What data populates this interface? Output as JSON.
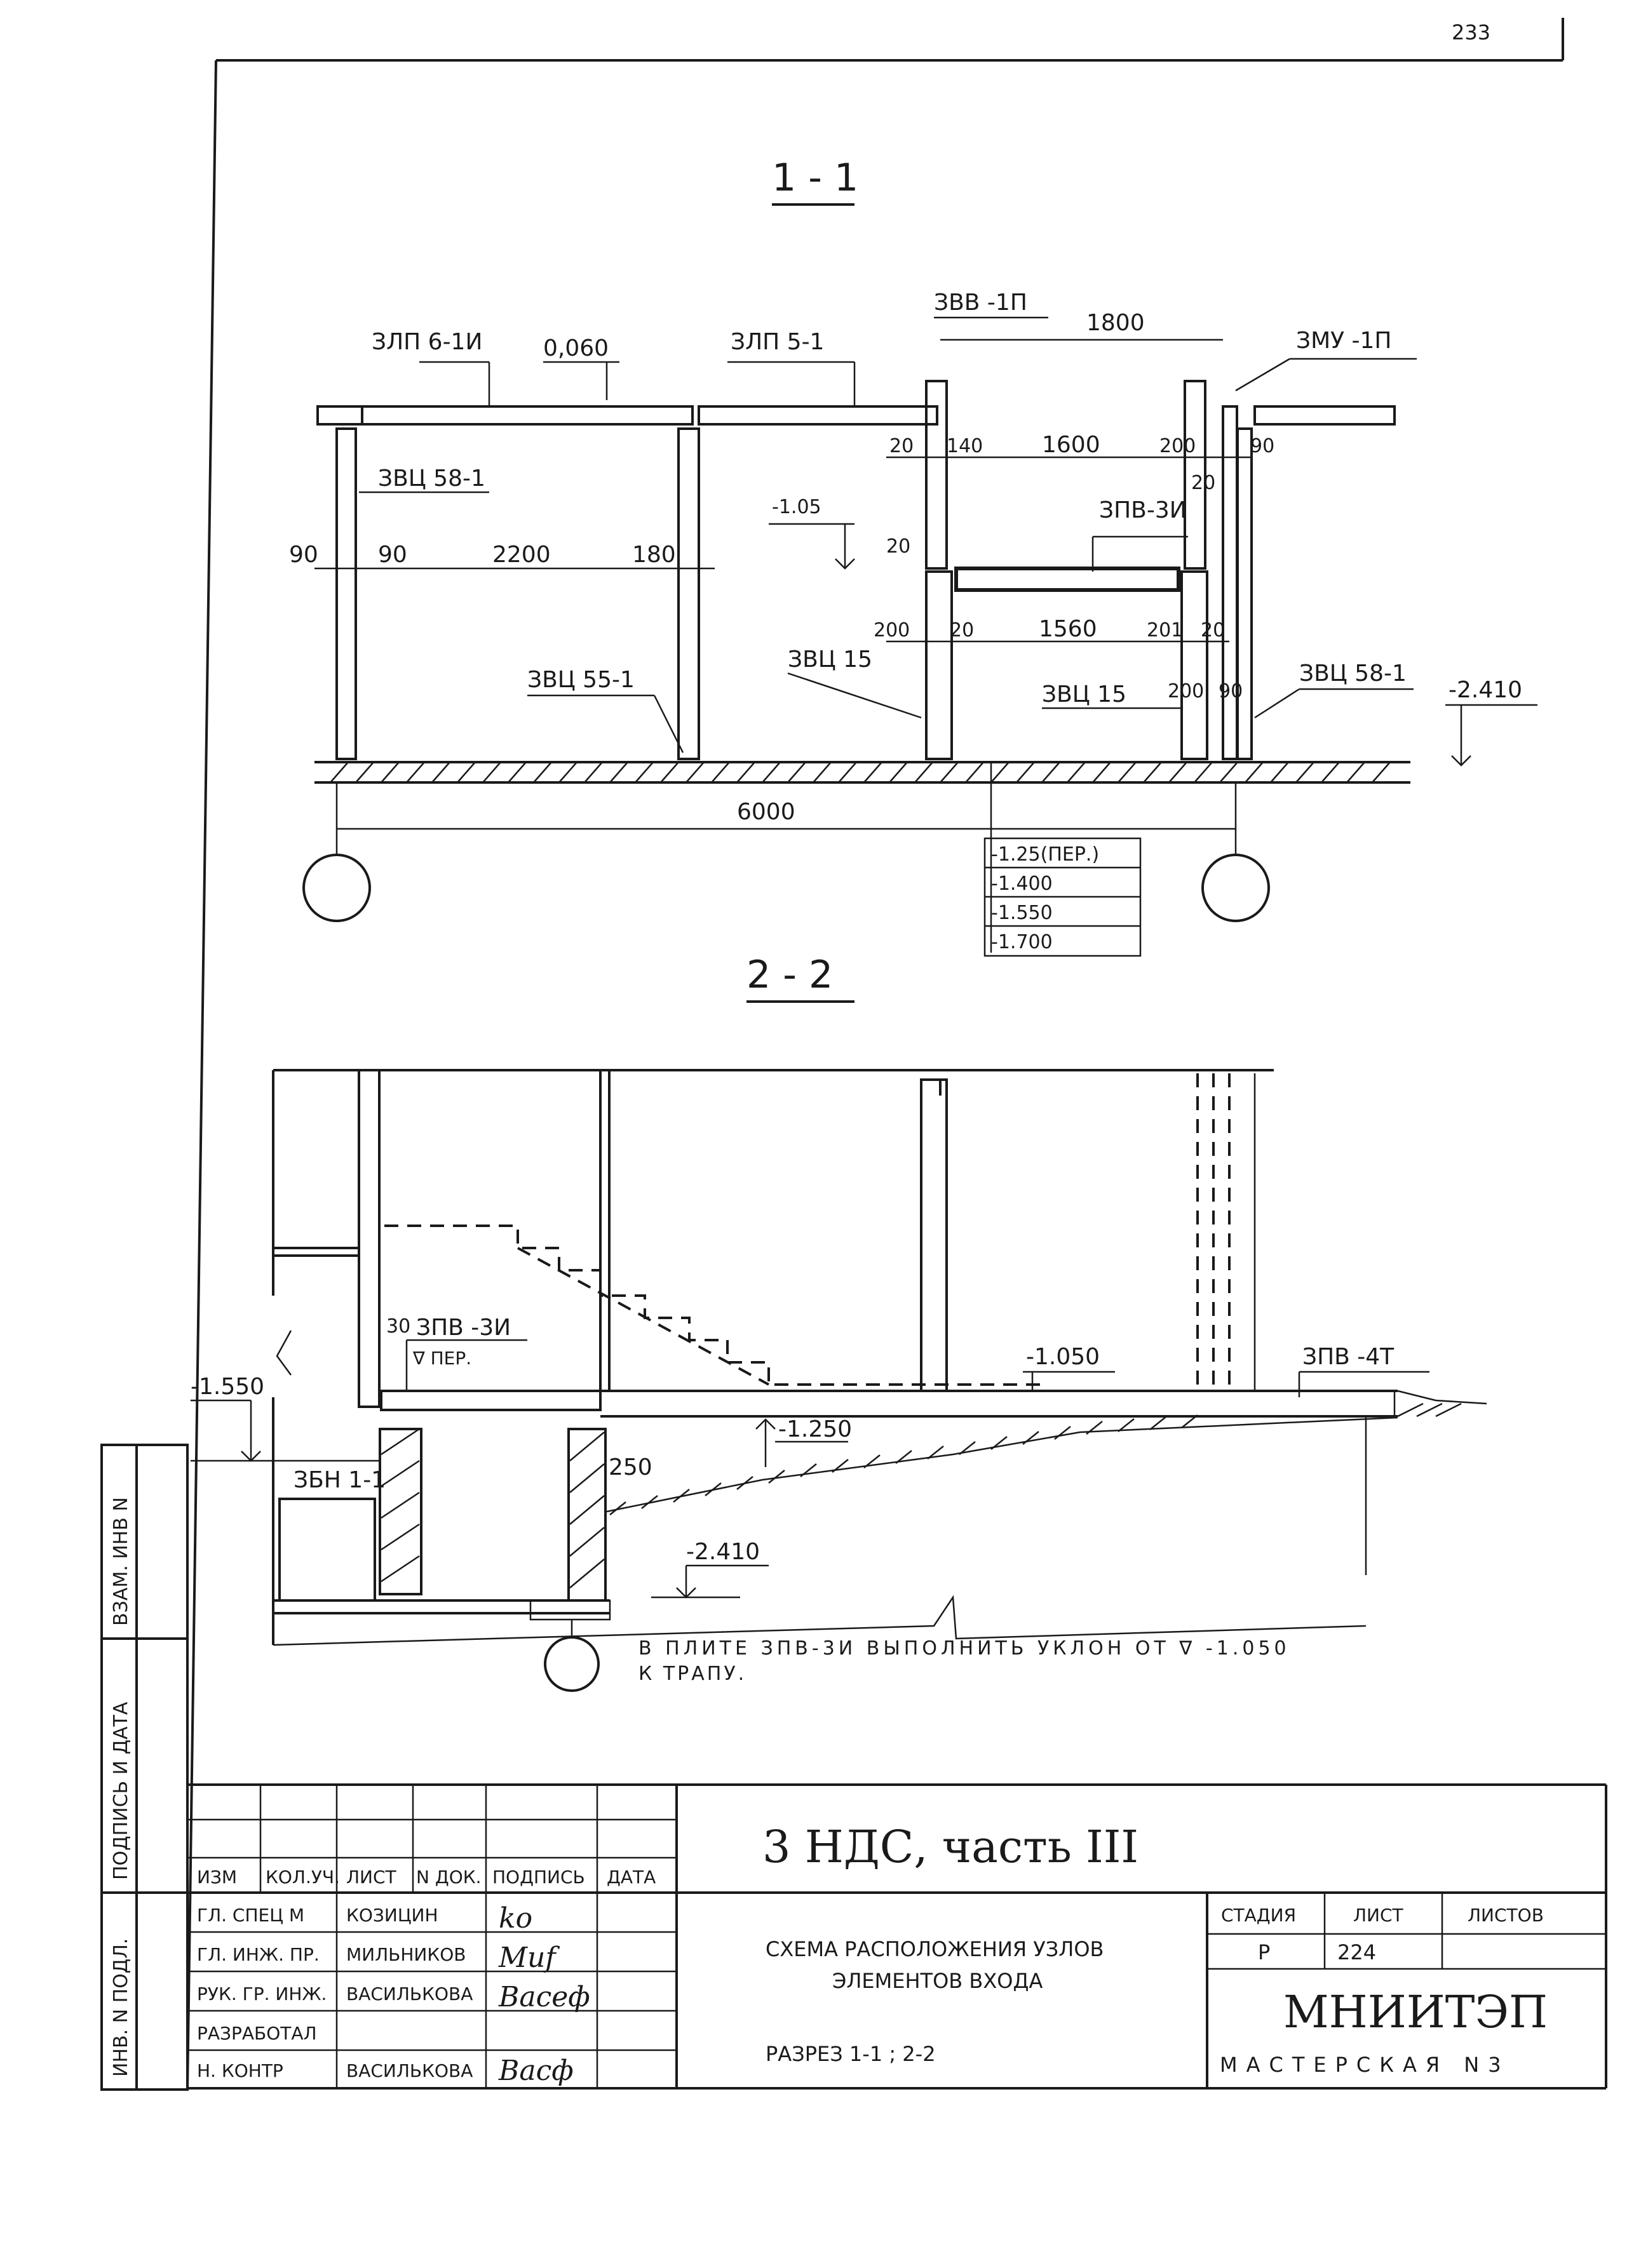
{
  "page_number": "233",
  "section_1": {
    "title": "1 - 1",
    "labels": {
      "zlp61": "ЗЛП 6-1И",
      "level_0060": "0,060",
      "zlp51": "ЗЛП 5-1",
      "zvv1p": "ЗВВ -1П",
      "dim_1800": "1800",
      "zmu1p": "ЗМУ -1П",
      "zvts581_left": "ЗВЦ 58-1",
      "d20a": "20",
      "d140": "140",
      "d1600": "1600",
      "d200a": "200",
      "d90r": "90",
      "d20b": "20",
      "lvl_105": "-1.05",
      "d20v": "20",
      "zpv3i": "ЗПВ-3И",
      "d90a": "90",
      "d90b": "90",
      "d2200": "2200",
      "d180": "180",
      "d200b": "200",
      "d20c": "20",
      "d1560": "1560",
      "d201": "201",
      "d20d": "20",
      "zvts15a": "ЗВЦ 15",
      "zvts15b": "ЗВЦ 15",
      "d200c": "200",
      "d90c": "90",
      "zvts551": "ЗВЦ 55-1",
      "zvts581_right": "ЗВЦ 58-1",
      "lvl_2410": "-2.410",
      "d6000": "6000"
    },
    "levels_table": [
      "-1.25(ПЕР.)",
      "-1.400",
      "-1.550",
      "-1.700"
    ]
  },
  "section_2": {
    "title": "2 - 2",
    "labels": {
      "d30": "30",
      "zpv3i": "ЗПВ -3И",
      "per": "∇ ПЕР.",
      "lvl_1550": "-1.550",
      "zbn11": "ЗБН 1-1",
      "d250": "250",
      "lvl_1250": "-1.250",
      "lvl_1050": "-1.050",
      "zpv4t": "ЗПВ -4Т",
      "lvl_2410": "-2.410"
    },
    "note_line1": "В ПЛИТЕ ЗПВ-3И ВЫПОЛНИТЬ УКЛОН ОТ ∇ -1.050",
    "note_line2": "К ТРАПУ."
  },
  "side_stamp": {
    "inv_podl": "ИНВ. N ПОДЛ.",
    "podpis_data": "ПОДПИСЬ И ДАТА",
    "vzam_inv": "ВЗАМ. ИНВ N"
  },
  "title_block": {
    "project": "3 НДС, часть III",
    "headers": [
      "ИЗМ",
      "КОЛ.УЧ.",
      "ЛИСТ",
      "N ДОК.",
      "ПОДПИСЬ",
      "ДАТА"
    ],
    "staff": [
      {
        "role": "ГЛ. СПЕЦ М",
        "name": "КОЗИЦИН",
        "sig": "ko"
      },
      {
        "role": "ГЛ. ИНЖ. ПР.",
        "name": "МИЛЬНИКОВ",
        "sig": "Мuf"
      },
      {
        "role": "РУК. ГР. ИНЖ.",
        "name": "ВАСИЛЬКОВА",
        "sig": "Васеф"
      },
      {
        "role": "РАЗРАБОТАЛ",
        "name": "",
        "sig": ""
      },
      {
        "role": "Н. КОНТР",
        "name": "ВАСИЛЬКОВА",
        "sig": "Васф"
      }
    ],
    "drawing_title_line1": "СХЕМА РАСПОЛОЖЕНИЯ УЗЛОВ",
    "drawing_title_line2": "ЭЛЕМЕНТОВ ВХОДА",
    "drawing_subtitle": "РАЗРЕЗ 1-1 ; 2-2",
    "stage_label": "СТАДИЯ",
    "sheet_label": "ЛИСТ",
    "sheets_label": "ЛИСТОВ",
    "stage": "Р",
    "sheet": "224",
    "sheets": "",
    "org": "МНИИТЭП",
    "workshop": "МАСТЕРСКАЯ N3"
  }
}
